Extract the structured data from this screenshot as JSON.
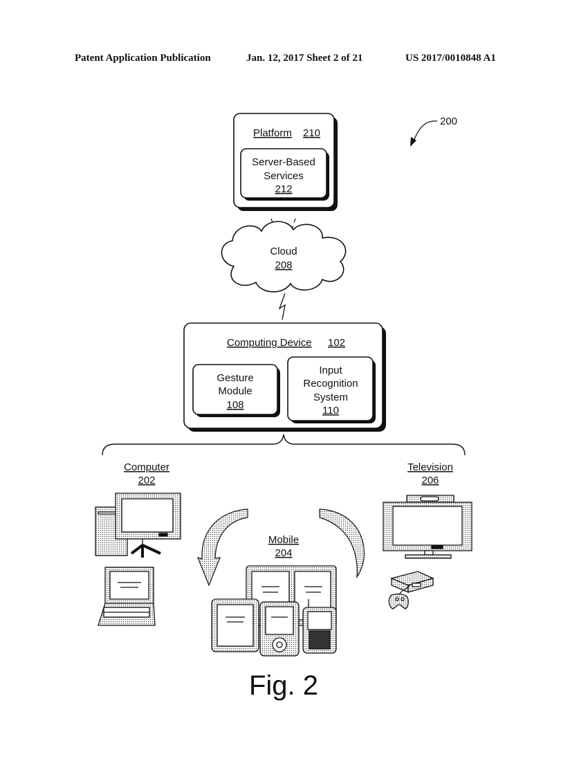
{
  "header": {
    "publication": "Patent Application Publication",
    "date_sheet": "Jan. 12, 2017  Sheet 2 of 21",
    "number": "US 2017/0010848 A1"
  },
  "diagram": {
    "ref_label": "200",
    "platform": {
      "title": "Platform",
      "ref": "210"
    },
    "services": {
      "line1": "Server-Based",
      "line2": "Services",
      "ref": "212"
    },
    "cloud": {
      "title": "Cloud",
      "ref": "208"
    },
    "computing_device": {
      "title": "Computing Device",
      "ref": "102"
    },
    "gesture_module": {
      "line1": "Gesture",
      "line2": "Module",
      "ref": "108"
    },
    "input_recognition": {
      "line1": "Input",
      "line2": "Recognition",
      "line3": "System",
      "ref": "110"
    },
    "computer": {
      "title": "Computer",
      "ref": "202"
    },
    "mobile": {
      "title": "Mobile",
      "ref": "204"
    },
    "television": {
      "title": "Television",
      "ref": "206"
    },
    "figure_caption": "Fig. 2"
  }
}
